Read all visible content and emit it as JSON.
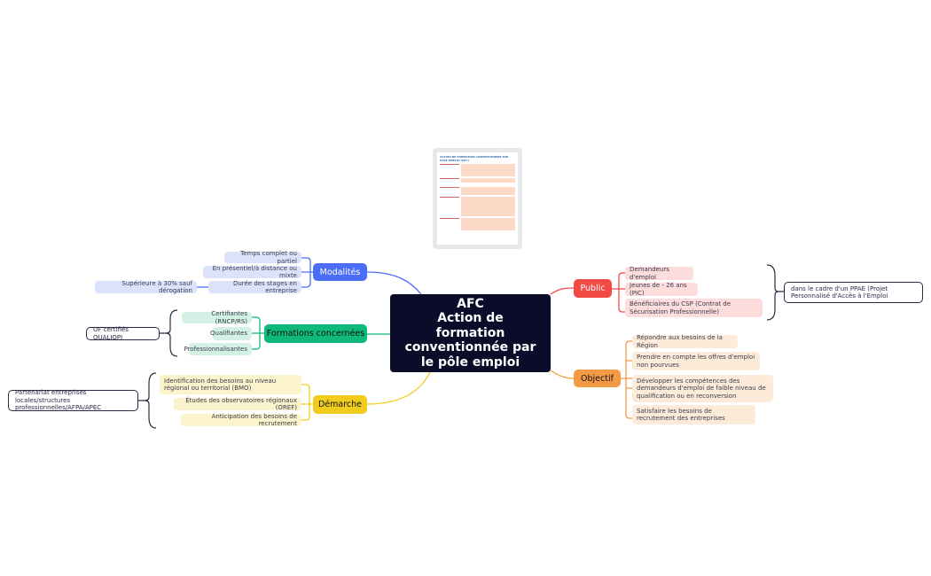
{
  "central": {
    "line1": "AFC",
    "line2": "Action de formation conventionnée par le pôle emploi"
  },
  "thumbnail": {
    "title": "ACTION DE FORMATION CONVENTIONNÉE PAR PÔLE EMPLOI (AFC)"
  },
  "colors": {
    "modalites": "#4a6cf7",
    "formations": "#0fb97a",
    "demarche": "#f0cc1c",
    "public": "#f14a44",
    "objectif": "#f39a46",
    "central": "#0b0b2a"
  },
  "branches": {
    "modalites": {
      "label": "Modalités",
      "items": [
        "Temps complet ou partiel",
        "En présentiel/à distance ou mixte",
        "Durée des stages en entreprise"
      ],
      "sub": "Supérieure à 30% sauf dérogation"
    },
    "formations": {
      "label": "Formations concernées",
      "items": [
        "Certifiantes (RNCP/RS)",
        "Qualifiantes",
        "Professionnalisantes"
      ],
      "summary": "OF certifiés QUALIOPI"
    },
    "demarche": {
      "label": "Démarche",
      "items": [
        "Identification des besoins au niveau régional ou territorial (BMO)",
        "Études des observatoires régionaux (OREF)",
        "Anticipation des besoins de recrutement"
      ],
      "summary": "Partenariat entreprises locales/structures professionnelles/AFPA/APEC"
    },
    "public": {
      "label": "Public",
      "items": [
        "Demandeurs d'emploi",
        "Jeunes de - 26 ans (PIC)",
        "Bénéficiaires du CSP (Contrat de Sécurisation Professionnelle)"
      ],
      "summary": "dans le cadre d'un PPAE (Projet Personnalisé d'Accès à l'Emploi"
    },
    "objectif": {
      "label": "Objectif",
      "items": [
        "Répondre aux besoins de la Région",
        "Prendre en compte les offres d'emploi non pourvues",
        "Développer les compétences des demandeurs d'emploi de faible niveau de qualification ou en reconversion",
        "Satisfaire les besoins de recrutement des entreprises"
      ]
    }
  }
}
